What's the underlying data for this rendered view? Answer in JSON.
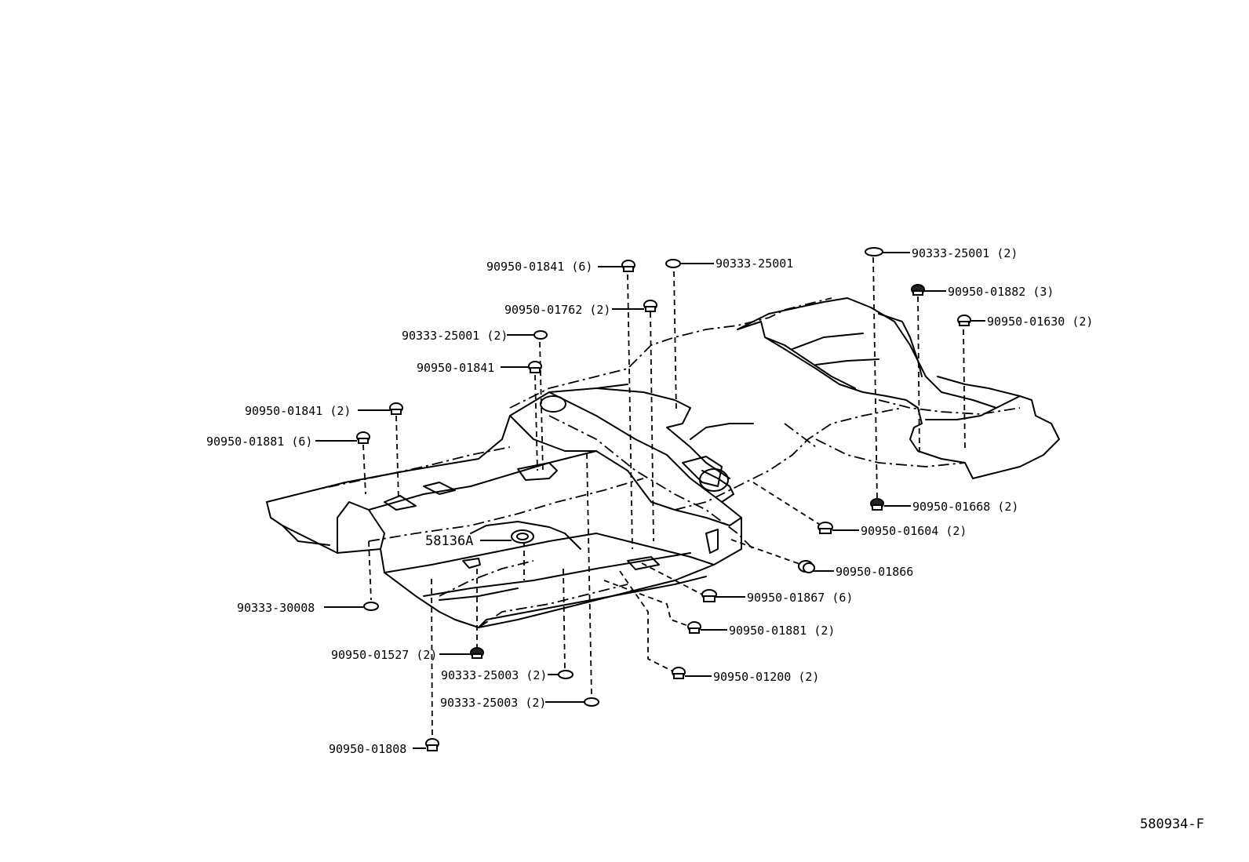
{
  "diagram": {
    "figure_code": "580934-F",
    "callouts": [
      {
        "id": "c1",
        "label": "90950-01841 (6)",
        "icon": "plug-icon"
      },
      {
        "id": "c2",
        "label": "90333-25001",
        "icon": "hole-plug-icon"
      },
      {
        "id": "c3",
        "label": "90333-25001 (2)",
        "icon": "hole-plug-icon"
      },
      {
        "id": "c4",
        "label": "90950-01762 (2)",
        "icon": "plug-icon"
      },
      {
        "id": "c5",
        "label": "90950-01882 (3)",
        "icon": "plug-icon"
      },
      {
        "id": "c6",
        "label": "90950-01630 (2)",
        "icon": "plug-icon"
      },
      {
        "id": "c7",
        "label": "90333-25001 (2)",
        "icon": "hole-plug-icon"
      },
      {
        "id": "c8",
        "label": "90950-01841",
        "icon": "plug-icon"
      },
      {
        "id": "c9",
        "label": "90950-01841 (2)",
        "icon": "plug-icon"
      },
      {
        "id": "c10",
        "label": "90950-01881 (6)",
        "icon": "plug-icon"
      },
      {
        "id": "c11",
        "label": "90950-01668 (2)",
        "icon": "plug-icon"
      },
      {
        "id": "c12",
        "label": "90950-01604 (2)",
        "icon": "plug-icon"
      },
      {
        "id": "c13",
        "label": "58136A",
        "icon": "grommet-icon"
      },
      {
        "id": "c14",
        "label": "90950-01866",
        "icon": "plug-icon"
      },
      {
        "id": "c15",
        "label": "90333-30008",
        "icon": "hole-plug-icon"
      },
      {
        "id": "c16",
        "label": "90950-01867 (6)",
        "icon": "plug-icon"
      },
      {
        "id": "c17",
        "label": "90950-01881 (2)",
        "icon": "plug-icon"
      },
      {
        "id": "c18",
        "label": "90950-01527 (2)",
        "icon": "plug-icon"
      },
      {
        "id": "c19",
        "label": "90333-25003 (2)",
        "icon": "hole-plug-icon"
      },
      {
        "id": "c20",
        "label": "90950-01200 (2)",
        "icon": "plug-icon"
      },
      {
        "id": "c21",
        "label": "90333-25003 (2)",
        "icon": "hole-plug-icon"
      },
      {
        "id": "c22",
        "label": "90950-01808",
        "icon": "plug-icon"
      }
    ]
  }
}
